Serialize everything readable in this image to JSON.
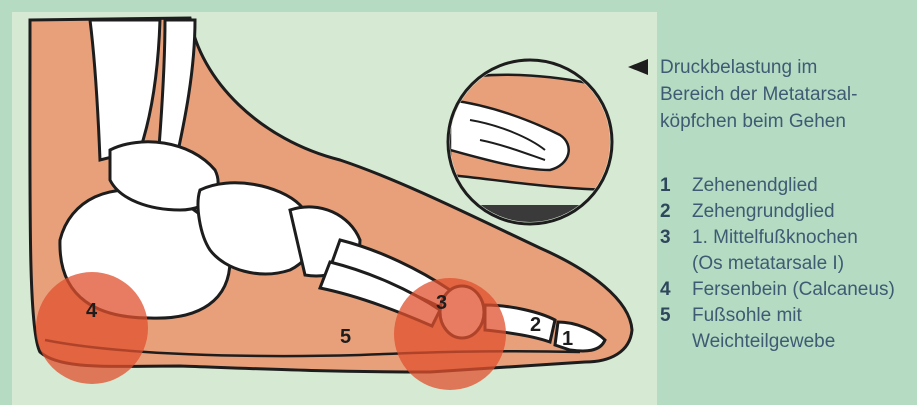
{
  "pressure_note": {
    "lines": [
      "Druckbelastung im",
      "Bereich der Metatarsal-",
      "köpfchen beim Gehen"
    ]
  },
  "legend": [
    {
      "number": "1",
      "lines": [
        "Zehenendglied"
      ]
    },
    {
      "number": "2",
      "lines": [
        "Zehengrundglied"
      ]
    },
    {
      "number": "3",
      "lines": [
        "1. Mittelfußknochen",
        "(Os metatarsale I)"
      ]
    },
    {
      "number": "4",
      "lines": [
        "Fersenbein (Calcaneus)"
      ]
    },
    {
      "number": "5",
      "lines": [
        "Fußsohle mit",
        "Weichteilgewebe"
      ]
    }
  ],
  "figure_labels": {
    "l1": "1",
    "l2": "2",
    "l3": "3",
    "l4": "4",
    "l5": "5"
  },
  "colors": {
    "background": "#b5dcc3",
    "panel": "#d6e9d3",
    "skin": "#e8a07b",
    "pressure": "#e0502e",
    "bone": "#ffffff",
    "outline": "#1d1d1d",
    "text": "#3f5a73"
  }
}
